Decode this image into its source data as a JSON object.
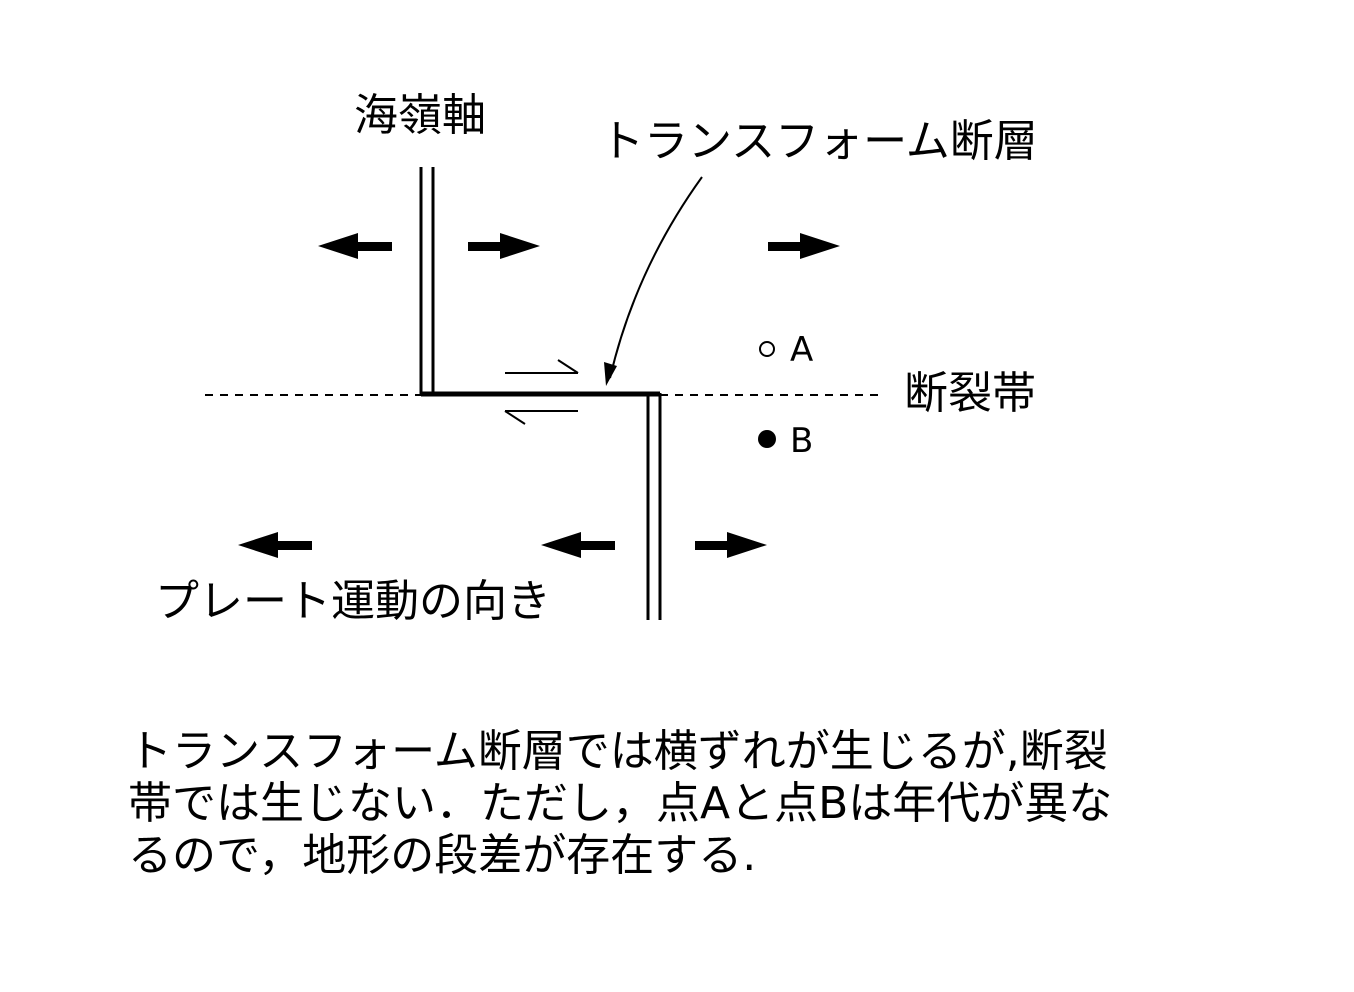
{
  "labels": {
    "ridge_axis": "海嶺軸",
    "transform_fault": "トランスフォーム断層",
    "fracture_zone": "断裂帯",
    "plate_motion": "プレート運動の向き",
    "point_a": "A",
    "point_b": "B"
  },
  "caption": {
    "lines": [
      "トランスフォーム断層では横ずれが生じるが,断裂",
      "帯では生じない．ただし，点Aと点Bは年代が異な",
      "るので，地形の段差が存在する."
    ]
  },
  "legend_points": {
    "a_style": "open-circle",
    "b_style": "filled-circle"
  },
  "colors": {
    "ink": "#000000",
    "background": "#ffffff"
  }
}
